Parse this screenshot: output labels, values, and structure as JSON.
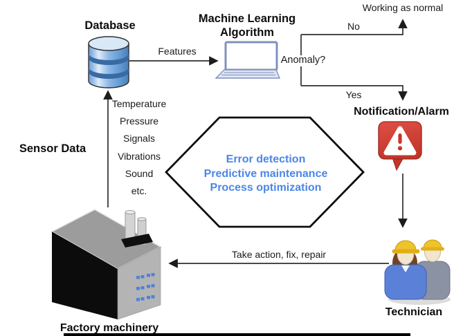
{
  "diagram": {
    "nodes": {
      "database": "Database",
      "ml_line1": "Machine Learning",
      "ml_line2": "Algorithm",
      "working_as_normal": "Working as normal",
      "notification": "Notification/Alarm",
      "technician": "Technician",
      "factory": "Factory machinery",
      "sensor_data": "Sensor Data"
    },
    "edges": {
      "features": "Features",
      "anomaly": "Anomaly?",
      "no": "No",
      "yes": "Yes",
      "take_action": "Take action, fix, repair"
    },
    "sensor_signals": [
      "Temperature",
      "Pressure",
      "Signals",
      "Vibrations",
      "Sound",
      "etc."
    ],
    "hexagon": [
      "Error detection",
      "Predictive maintenance",
      "Process optimization"
    ],
    "icons": {
      "database": "database-cylinder-icon",
      "ml": "laptop-icon",
      "notification": "alarm-speech-bubble-icon",
      "technician": "two-workers-hardhat-icon",
      "factory": "factory-building-icon"
    },
    "colors": {
      "hexagon_text": "#4a86e8",
      "database_blue": "#6ba3dd",
      "database_band": "#386aa4",
      "alarm_red": "#c83528",
      "hat_yellow": "#eec32b",
      "shirt_blue": "#5b80d8",
      "shirt_gray": "#8a92a4",
      "line": "#2e2e2e"
    }
  }
}
